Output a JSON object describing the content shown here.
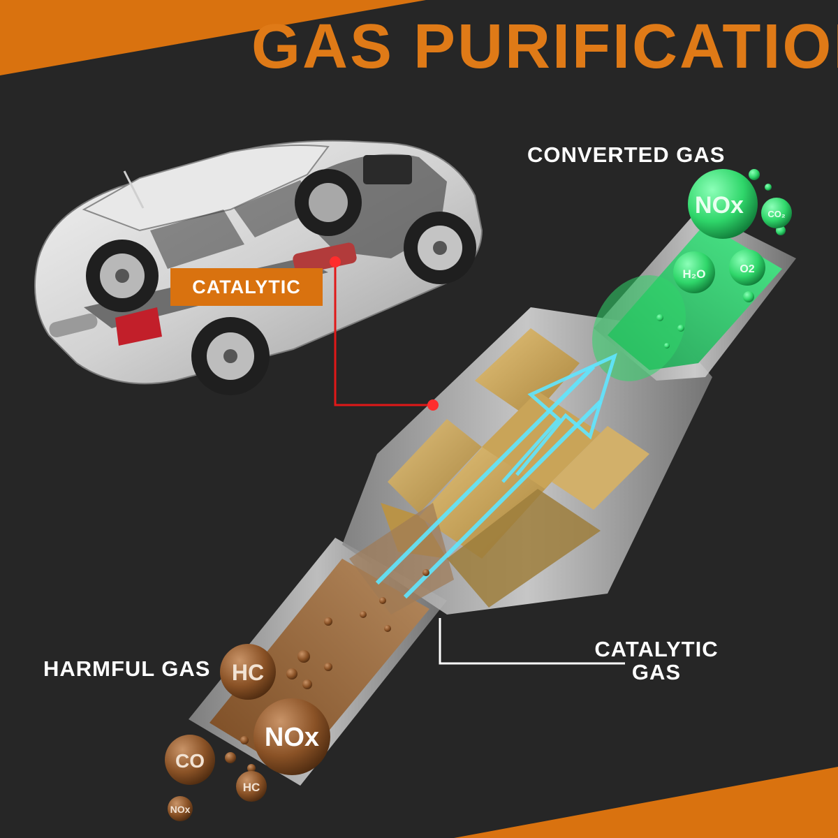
{
  "title": "GAS PURIFICATION",
  "labels": {
    "converted": "CONVERTED GAS",
    "catalytic_badge": "CATALYTIC",
    "harmful": "HARMFUL GAS",
    "catalytic_gas_line1": "CATALYTIC",
    "catalytic_gas_line2": "GAS"
  },
  "molecules": {
    "harmful": [
      "HC",
      "NOx",
      "CO",
      "HC",
      "NOx"
    ],
    "converted": [
      "NOx",
      "CO₂",
      "H₂O",
      "O2"
    ]
  },
  "colors": {
    "background": "#262626",
    "accent_orange": "#df7a17",
    "badge_orange": "#d9720f",
    "pointer_red": "#e01818",
    "harmful_brown": "#8a5226",
    "converted_green": "#2fd66a",
    "flow_arrow_cyan": "#5fe6ff"
  }
}
